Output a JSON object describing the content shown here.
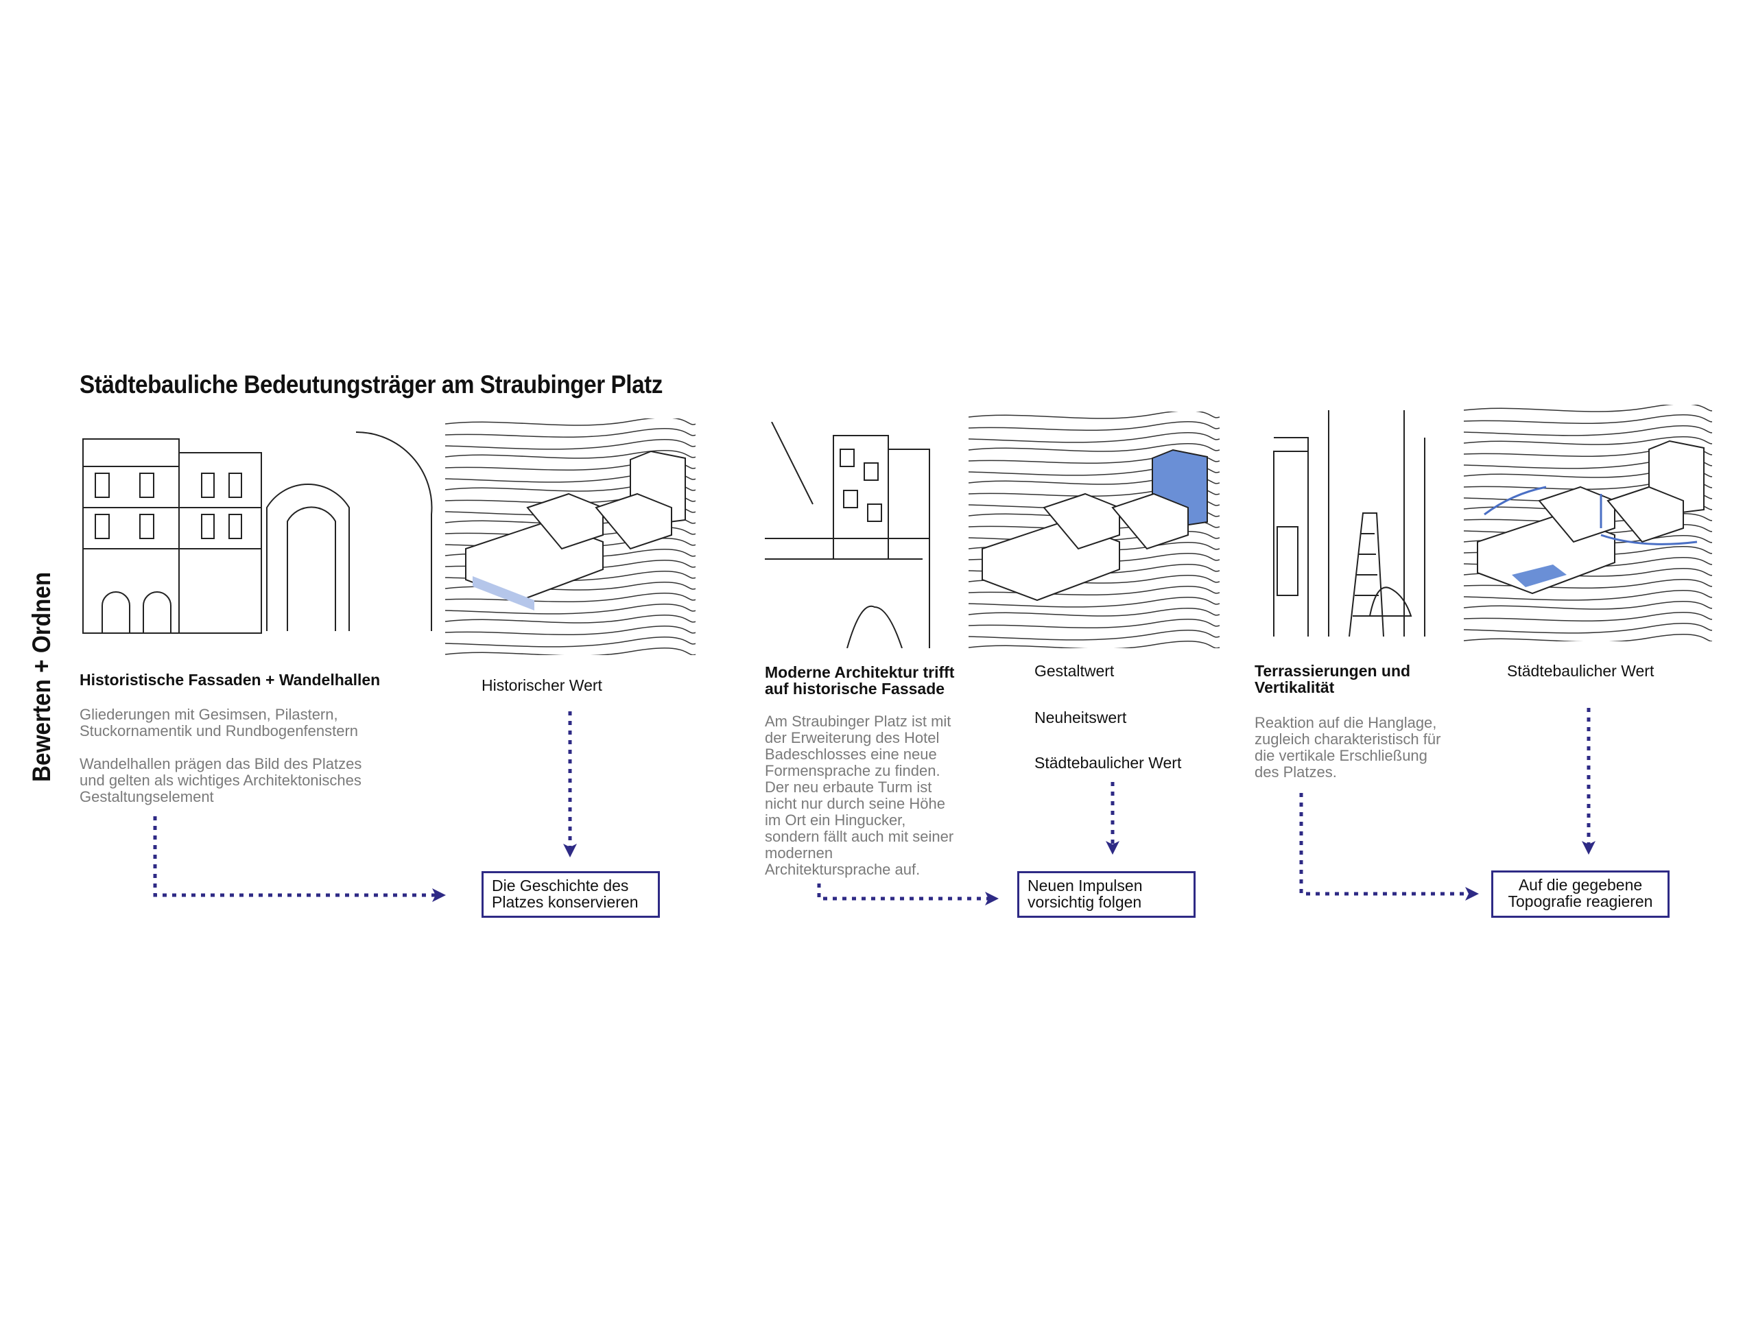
{
  "title": "Städtebauliche Bedeutungsträger am Straubinger Platz",
  "side_label": "Bewerten + Ordnen",
  "colors": {
    "arrow": "#2e2a85",
    "highlight": "#6a8fd6",
    "body_text": "#7a7a7a"
  },
  "sections": [
    {
      "heading": "Historistische Fassaden + Wandelhallen",
      "body": [
        "Gliederungen mit Gesimsen, Pilastern,",
        "Stuckornamentik und Rundbogenfenstern",
        "",
        "Wandelhallen prägen das Bild des Platzes",
        "und gelten als wichtiges Architektonisches",
        "Gestaltungselement"
      ],
      "values": [
        "Historischer Wert"
      ],
      "conclusion": [
        "Die Geschichte des",
        "Platzes konservieren"
      ]
    },
    {
      "heading": [
        "Moderne Architektur trifft",
        "auf historische Fassade"
      ],
      "body": [
        "Am Straubinger Platz ist mit",
        "der Erweiterung des Hotel",
        "Badeschlosses eine neue",
        "Formensprache zu finden.",
        "Der neu erbaute Turm ist",
        "nicht nur durch seine Höhe",
        "im Ort ein Hingucker,",
        "sondern fällt auch mit seiner",
        "modernen",
        "Architektursprache auf."
      ],
      "values": [
        "Gestaltwert",
        "Neuheitswert",
        "Städtebaulicher Wert"
      ],
      "conclusion": [
        "Neuen Impulsen",
        "vorsichtig folgen"
      ]
    },
    {
      "heading": [
        "Terrassierungen und",
        "Vertikalität"
      ],
      "body": [
        "Reaktion auf die Hanglage,",
        "zugleich charakteristisch für",
        "die vertikale Erschließung",
        "des Platzes."
      ],
      "values": [
        "Städtebaulicher Wert"
      ],
      "conclusion": [
        "Auf die gegebene",
        "Topografie reagieren"
      ]
    }
  ]
}
